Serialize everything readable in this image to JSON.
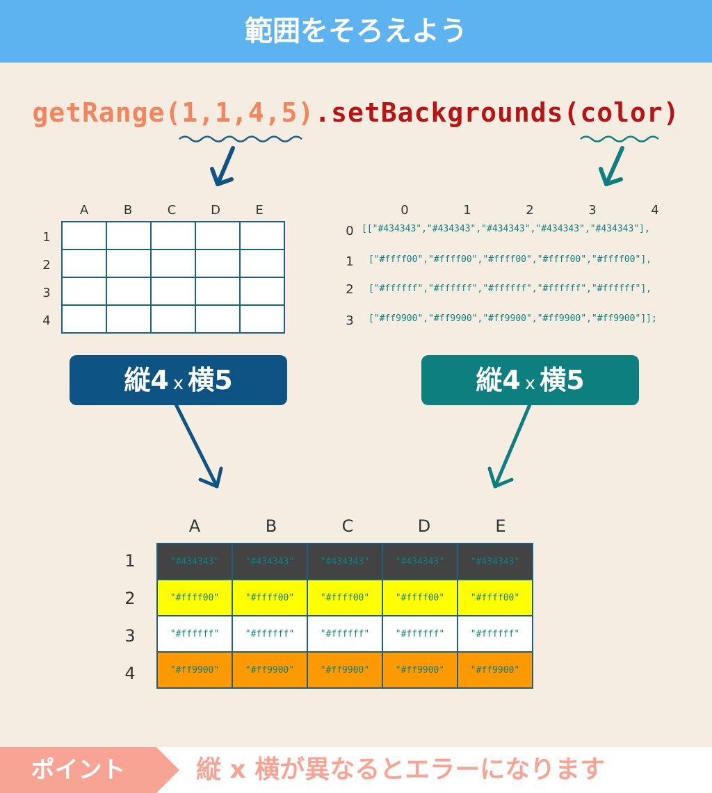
{
  "title": "範囲をそろえよう",
  "code": {
    "part1": "getRange(1,1,4,5)",
    "part2": ".setBackgrounds(color)"
  },
  "small_grid": {
    "columns": [
      "A",
      "B",
      "C",
      "D",
      "E"
    ],
    "rows": [
      "1",
      "2",
      "3",
      "4"
    ]
  },
  "array_view": {
    "col_indices": [
      "0",
      "1",
      "2",
      "3",
      "4"
    ],
    "row_indices": [
      "0",
      "1",
      "2",
      "3"
    ],
    "lines": [
      "[[\"#434343\",\"#434343\",\"#434343\",\"#434343\",\"#434343\"],",
      "[\"#ffff00\",\"#ffff00\",\"#ffff00\",\"#ffff00\",\"#ffff00\"],",
      "[\"#ffffff\",\"#ffffff\",\"#ffffff\",\"#ffffff\",\"#ffffff\"],",
      "[\"#ff9900\",\"#ff9900\",\"#ff9900\",\"#ff9900\",\"#ff9900\"]];"
    ]
  },
  "dims_left": {
    "tate": "縦4",
    "x": "x",
    "yoko": "横5"
  },
  "dims_right": {
    "tate": "縦4",
    "x": "x",
    "yoko": "横5"
  },
  "result_grid": {
    "columns": [
      "A",
      "B",
      "C",
      "D",
      "E"
    ],
    "rows": [
      "1",
      "2",
      "3",
      "4"
    ],
    "cells": [
      [
        "\"#434343\"",
        "\"#434343\"",
        "\"#434343\"",
        "\"#434343\"",
        "\"#434343\""
      ],
      [
        "\"#ffff00\"",
        "\"#ffff00\"",
        "\"#ffff00\"",
        "\"#ffff00\"",
        "\"#ffff00\""
      ],
      [
        "\"#ffffff\"",
        "\"#ffffff\"",
        "\"#ffffff\"",
        "\"#ffffff\"",
        "\"#ffffff\""
      ],
      [
        "\"#ff9900\"",
        "\"#ff9900\"",
        "\"#ff9900\"",
        "\"#ff9900\"",
        "\"#ff9900\""
      ]
    ],
    "row_colors": [
      "#434343",
      "#ffff00",
      "#ffffff",
      "#ff9900"
    ]
  },
  "point": {
    "label": "ポイント",
    "text": "縦 x 横が異なるとエラーになります"
  },
  "colors": {
    "header_bg": "#5cb3ef",
    "background": "#f5ede1",
    "code_range": "#f4845b",
    "code_method": "#b81414",
    "left_box": "#0d5484",
    "right_box": "#0d7f7f",
    "point_bg": "#f7a494"
  }
}
